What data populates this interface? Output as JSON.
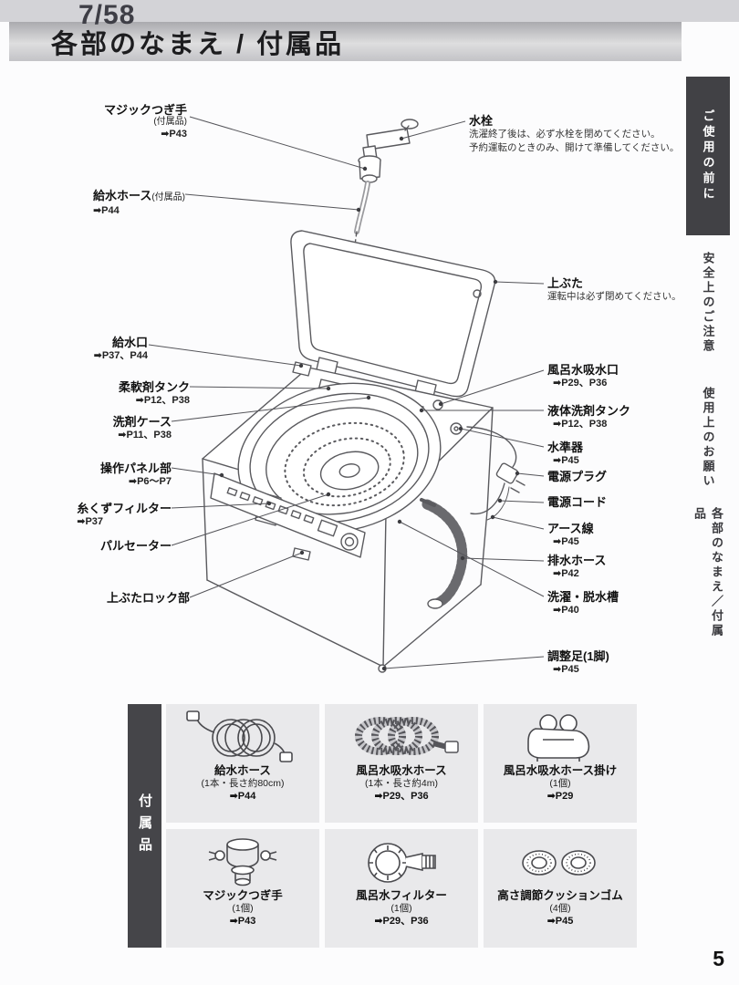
{
  "overlay": {
    "page_indicator": "7/58"
  },
  "header": {
    "title": "各部のなまえ / 付属品"
  },
  "page_number": "5",
  "sidebar": {
    "tabs": [
      {
        "label": "ご使用の前に"
      },
      {
        "label": "安全上のご注意"
      },
      {
        "label": "使用上のお願い"
      },
      {
        "label": "各部のなまえ／付属品"
      }
    ]
  },
  "diagram": {
    "left_labels": [
      {
        "name": "マジックつぎ手",
        "note": "(付属品)",
        "ref": "➡P43"
      },
      {
        "name": "給水ホース",
        "note": "(付属品)",
        "ref": "➡P44"
      },
      {
        "name": "給水口",
        "ref": "➡P37、P44"
      },
      {
        "name": "柔軟剤タンク",
        "ref": "➡P12、P38"
      },
      {
        "name": "洗剤ケース",
        "ref": "➡P11、P38"
      },
      {
        "name": "操作パネル部",
        "ref": "➡P6〜P7"
      },
      {
        "name": "糸くずフィルター",
        "ref": "➡P37"
      },
      {
        "name": "パルセーター"
      },
      {
        "name": "上ぶたロック部"
      }
    ],
    "right_labels": [
      {
        "name": "水栓",
        "desc1": "洗濯終了後は、必ず水栓を閉めてください。",
        "desc2": "予約運転のときのみ、開けて準備してください。"
      },
      {
        "name": "上ぶた",
        "desc1": "運転中は必ず閉めてください。"
      },
      {
        "name": "風呂水吸水口",
        "ref": "➡P29、P36"
      },
      {
        "name": "液体洗剤タンク",
        "ref": "➡P12、P38"
      },
      {
        "name": "水準器",
        "ref": "➡P45"
      },
      {
        "name": "電源プラグ"
      },
      {
        "name": "電源コード"
      },
      {
        "name": "アース線",
        "ref": "➡P45"
      },
      {
        "name": "排水ホース",
        "ref": "➡P42"
      },
      {
        "name": "洗濯・脱水槽",
        "ref": "➡P40"
      },
      {
        "name": "調整足(1脚)",
        "ref": "➡P45"
      }
    ]
  },
  "accessories": {
    "header": "付属品",
    "items": [
      {
        "name": "給水ホース",
        "note": "(1本・長さ約80cm)",
        "ref": "➡P44"
      },
      {
        "name": "風呂水吸水ホース",
        "note": "(1本・長さ約4m)",
        "ref": "➡P29、P36"
      },
      {
        "name": "風呂水吸水ホース掛け",
        "note": "(1個)",
        "ref": "➡P29"
      },
      {
        "name": "マジックつぎ手",
        "note": "(1個)",
        "ref": "➡P43"
      },
      {
        "name": "風呂水フィルター",
        "note": "(1個)",
        "ref": "➡P29、P36"
      },
      {
        "name": "高さ調節クッションゴム",
        "note": "(4個)",
        "ref": "➡P45"
      }
    ]
  }
}
